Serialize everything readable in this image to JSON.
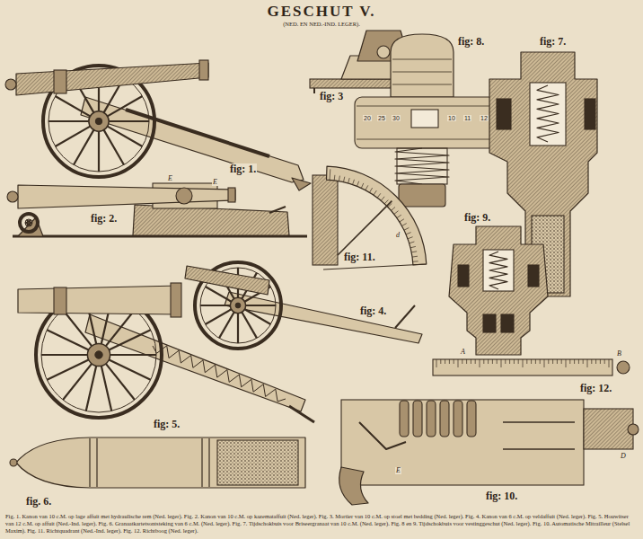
{
  "diagram": {
    "title": "GESCHUT V.",
    "caption": "Fig. 1. Kanon van 10 c.M. op lage affuit met hydraulische rem (Ned. leger). Fig. 2. Kanon van 10 c.M. op kazemataffuit (Ned. leger). Fig. 3. Mortier van 10 c.M. op stoel met bedding (Ned. leger). Fig. 4. Kanon van 6 c.M. op veldaffuit (Ned. leger). Fig. 5. Houwitser van 12 c.M. op affuit (Ned.-Ind. leger). Fig. 6. Granaatkartetsontsteking van 6 c.M. (Ned. leger). Fig. 7. Tijdschokbuis voor Briseergranaat van 10 c.M. (Ned. leger). Fig. 8 en 9. Tijdschokbuis voor vestinggeschut (Ned. leger). Fig. 10. Automatische Mitrailleur (Stelsel Maxim). Fig. 11. Richtquadrant (Ned.-Ind. leger). Fig. 12. Richtboog (Ned. leger).",
    "labels": [
      "(NED. EN NED.-IND. LEGER).",
      "fig: 1.",
      "fig: 2.",
      "fig: 3",
      "fig: 8.",
      "fig: 7.",
      "fig: 9.",
      "fig: 11.",
      "fig: 4.",
      "fig: 5.",
      "fig: 12.",
      "fig. 6.",
      "fig: 10.",
      "20",
      "25",
      "30",
      "10",
      "11",
      "12",
      "E",
      "E",
      "E",
      "D",
      "A",
      "B",
      "d"
    ]
  }
}
